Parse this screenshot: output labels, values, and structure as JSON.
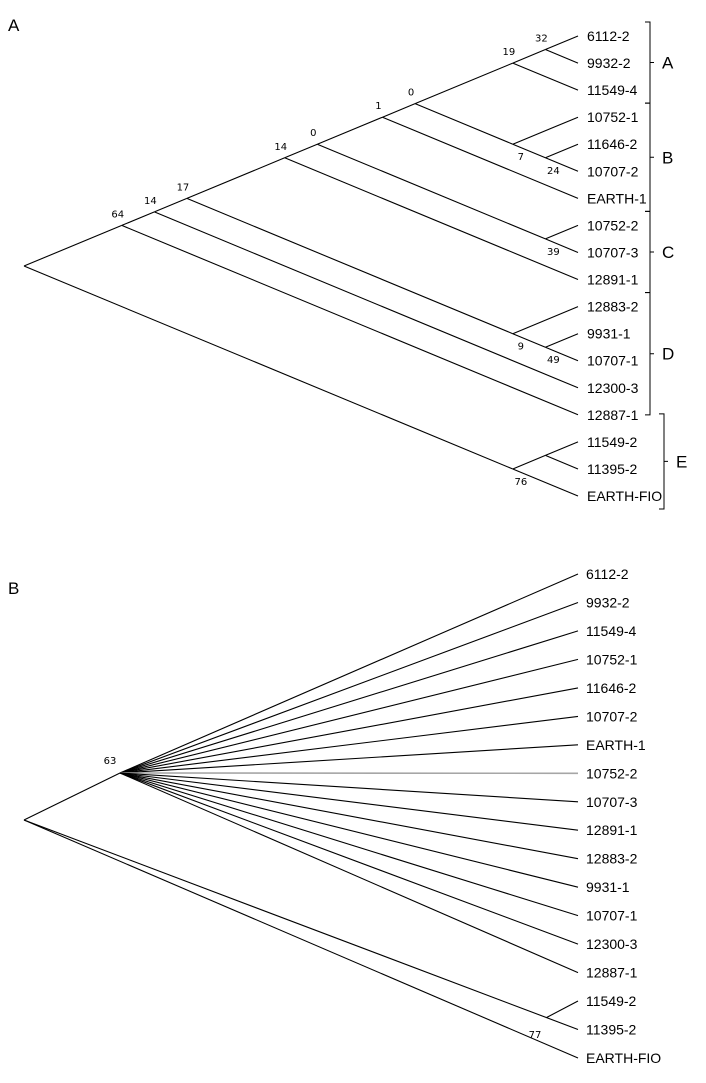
{
  "panels": [
    {
      "label": "A",
      "leaves": [
        "6112-2",
        "9932-2",
        "11549-4",
        "10752-1",
        "11646-2",
        "10707-2",
        "EARTH-1",
        "10752-2",
        "10707-3",
        "12891-1",
        "12883-2",
        "9931-1",
        "10707-1",
        "12300-3",
        "12887-1",
        "11549-2",
        "11395-2",
        "EARTH-FIO"
      ],
      "tree": {
        "s": "64",
        "c": [
          {
            "s": "14",
            "c": [
              {
                "s": "17",
                "c": [
                  {
                    "s": "14",
                    "c": [
                      {
                        "s": "0",
                        "c": [
                          {
                            "s": "1",
                            "c": [
                              {
                                "s": "0",
                                "c": [
                                  {
                                    "s": "19",
                                    "c": [
                                      {
                                        "s": "32",
                                        "c": [
                                          0,
                                          1
                                        ]
                                      },
                                      2
                                    ]
                                  },
                                  {
                                    "s": "7",
                                    "c": [
                                      3,
                                      {
                                        "s": "24",
                                        "c": [
                                          4,
                                          5
                                        ]
                                      }
                                    ]
                                  }
                                ]
                              },
                              6
                            ]
                          },
                          {
                            "s": "39",
                            "c": [
                              7,
                              8
                            ]
                          }
                        ]
                      },
                      9
                    ]
                  },
                  {
                    "s": "9",
                    "c": [
                      10,
                      {
                        "s": "49",
                        "c": [
                          11,
                          12
                        ]
                      }
                    ]
                  }
                ]
              },
              13
            ]
          },
          14
        ]
      },
      "root_children_extra": [
        {
          "s": "76",
          "c": [
            {
              "c": [
                15,
                16
              ]
            },
            17
          ]
        }
      ],
      "clades": [
        {
          "name": "A",
          "from": 0,
          "to": 2
        },
        {
          "name": "B",
          "from": 3,
          "to": 6
        },
        {
          "name": "C",
          "from": 7,
          "to": 9
        },
        {
          "name": "D",
          "from": 10,
          "to": 14
        },
        {
          "name": "E",
          "from": 14,
          "to": 17
        }
      ]
    },
    {
      "label": "B",
      "leaves": [
        "6112-2",
        "9932-2",
        "11549-4",
        "10752-1",
        "11646-2",
        "10707-2",
        "EARTH-1",
        "10752-2",
        "10707-3",
        "12891-1",
        "12883-2",
        "9931-1",
        "10707-1",
        "12300-3",
        "12887-1",
        "11549-2",
        "11395-2",
        "EARTH-FIO"
      ],
      "tree": {
        "s": "",
        "c": [
          {
            "s": "63",
            "c": [
              0,
              1,
              2,
              3,
              4,
              5,
              6,
              7,
              8,
              9,
              10,
              11,
              12,
              13,
              14
            ],
            "gray_leaf": 7
          },
          {
            "c": [
              15,
              16
            ]
          },
          {
            "s": "77",
            "c": [
              17
            ]
          }
        ]
      }
    }
  ],
  "colors": {
    "line": "#000000",
    "highlight": "#a6a6a6"
  }
}
